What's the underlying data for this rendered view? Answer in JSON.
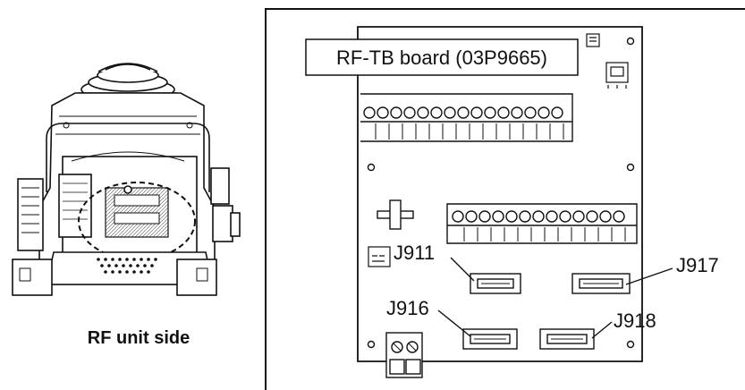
{
  "left_caption": "RF unit side",
  "board_title": "RF-TB board (03P9665)",
  "connectors": {
    "j911": "J911",
    "j917": "J917",
    "j916": "J916",
    "j918": "J918"
  },
  "colors": {
    "line": "#111111",
    "background": "#ffffff",
    "board_shade": "#e6e6e6"
  }
}
